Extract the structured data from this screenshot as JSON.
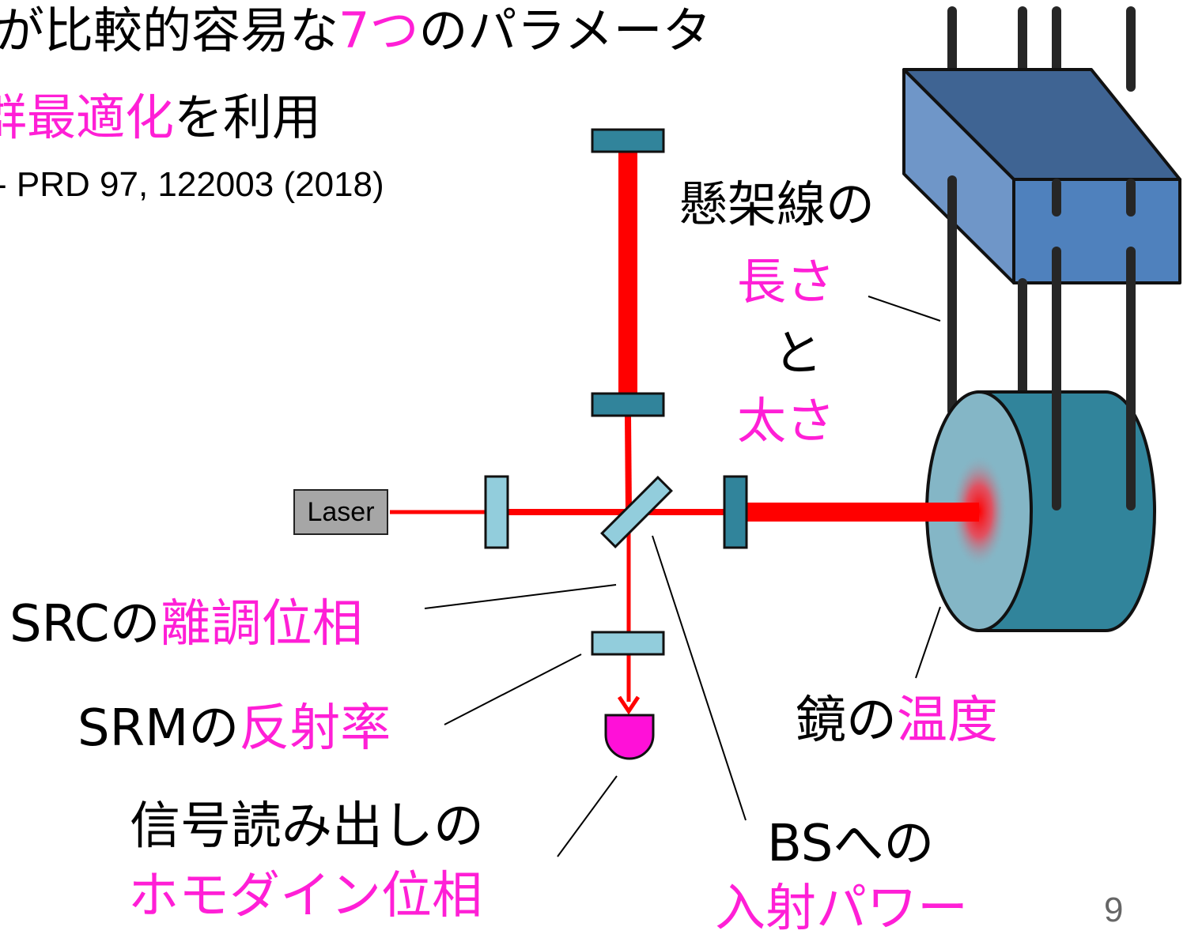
{
  "header": {
    "line1_prefix": "が比較的容易な",
    "line1_highlight": "7つ",
    "line1_suffix": "のパラメータ",
    "line2_highlight": "群最適化",
    "line2_suffix": "を利用",
    "reference": "- PRD 97, 122003 (2018)"
  },
  "laser": {
    "label": "Laser"
  },
  "labels": {
    "wire_prefix": "懸架線の",
    "wire_length": "長さ",
    "wire_and": "と",
    "wire_thickness": "太さ",
    "src_prefix": "SRCの",
    "src_highlight": "離調位相",
    "srm_prefix": "SRMの",
    "srm_highlight": "反射率",
    "readout_prefix": "信号読み出しの",
    "readout_highlight": "ホモダイン位相",
    "bs_prefix": "BSへの",
    "bs_highlight": "入射パワー",
    "mirror_prefix": "鏡の",
    "mirror_highlight": "温度"
  },
  "page_number": "9",
  "colors": {
    "highlight": "#ff1fd6",
    "beam": "#ff0000",
    "mirror_dark": "#31849b",
    "mirror_light": "#92cddc",
    "photodetector": "#ff10d8",
    "payload_box": "#4f81bd"
  }
}
